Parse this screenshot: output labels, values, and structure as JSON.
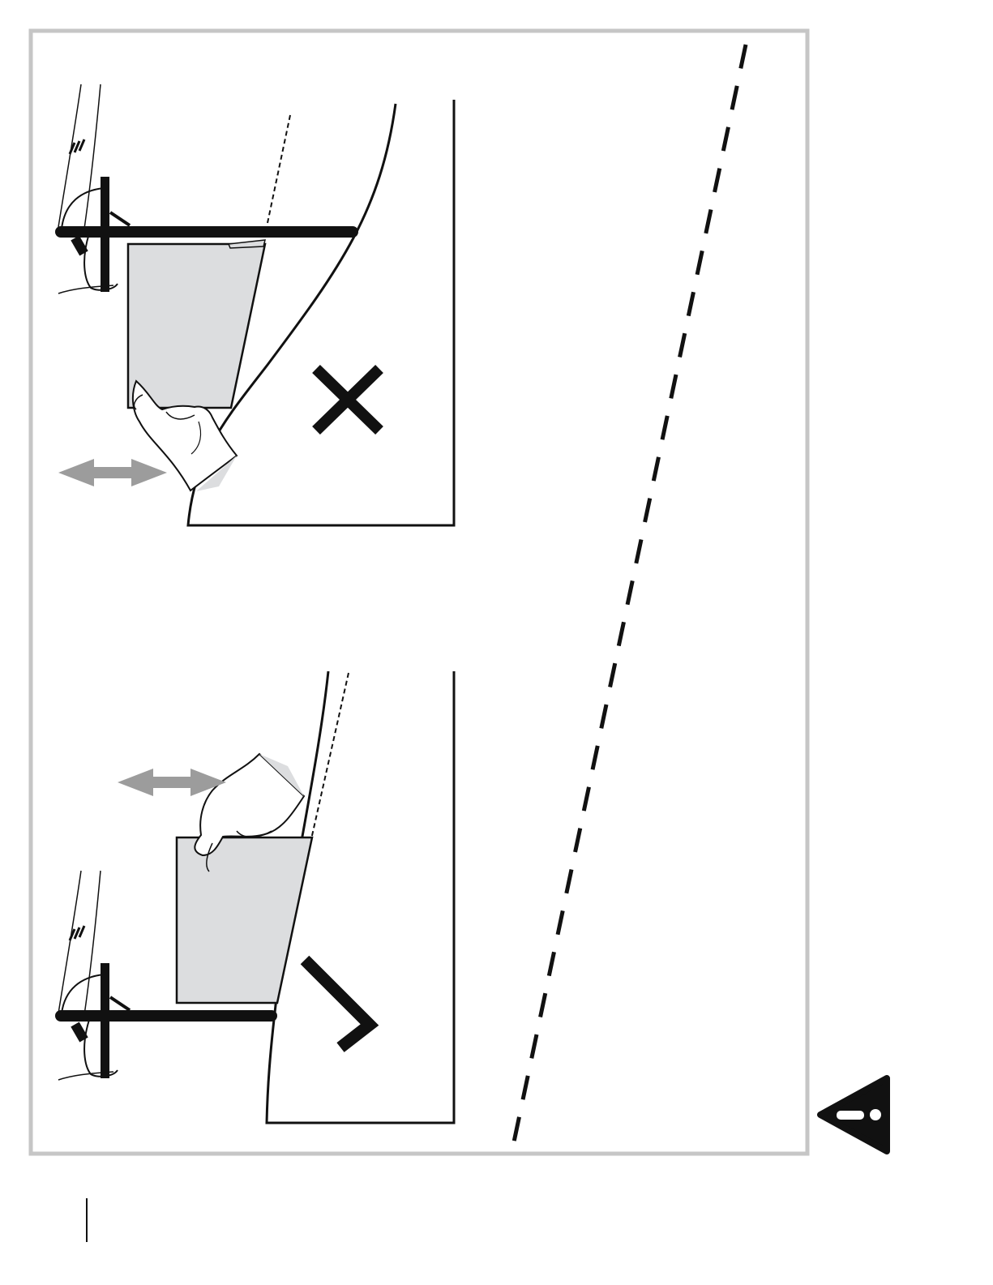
{
  "colors": {
    "frame": "#c6c6c6",
    "ink": "#111111",
    "paper_fill": "#dcdddf",
    "arrow_fill": "#9c9c9c",
    "skin_fill": "#ffffff"
  },
  "panels": [
    {
      "id": "top",
      "verdict": "incorrect",
      "verdict_icon": "x-mark-icon"
    },
    {
      "id": "bottom",
      "verdict": "correct",
      "verdict_icon": "check-mark-icon"
    }
  ],
  "warning_icon": "warning-triangle-icon"
}
